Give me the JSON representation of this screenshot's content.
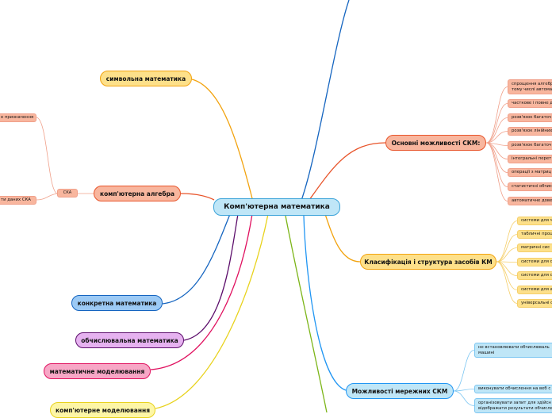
{
  "center": {
    "title": "Комп'ютерна математика"
  },
  "branches": {
    "symbolic": "символьна математика",
    "algebra": "комп'ютерна алгебра",
    "concrete": "конкретна математика",
    "computational": "обчислювальна математика",
    "modeling": "математичне моделювання",
    "computer_modeling": "комп'ютерне моделювання",
    "cas_features": "Основні можливості СКМ:",
    "classification": "Класифікація і структура засобів КМ",
    "network": "Можливості мережних СКМ"
  },
  "algebra_children": {
    "cka": "СКА",
    "purpose": "е призначення",
    "data": "ти даних СКА"
  },
  "cas_features_items": [
    "спрощення алгебр тому числі автома",
    "часткове і повне д",
    "розв'язок багаточ",
    "розв'язок лінійних",
    "розв'язок багаточ",
    "інтегральні перет",
    "операції з матриц",
    "статистичні обчис",
    "автоматичне дове"
  ],
  "classification_items": [
    "системи для ч",
    "табличні проц",
    "матричні сис",
    "системи для с",
    "системи для с",
    "системи для а",
    "універсальні с"
  ],
  "network_items": [
    "не встановлювати обчислюваль машині",
    "виконувати обчислення на веб с",
    "організовувати запит для здійсн відображати результати обчисле"
  ],
  "colors": {
    "orange_branch": "#f2a30f",
    "salmon_branch": "#e8542a",
    "blue_branch": "#1565c0",
    "purple_branch": "#5c0e6b",
    "pink_branch": "#e0115f",
    "yellow_branch": "#e8d21c",
    "light_blue_branch": "#2196f3",
    "green_branch": "#7cb518",
    "center_fill": "#bfe6f7"
  }
}
